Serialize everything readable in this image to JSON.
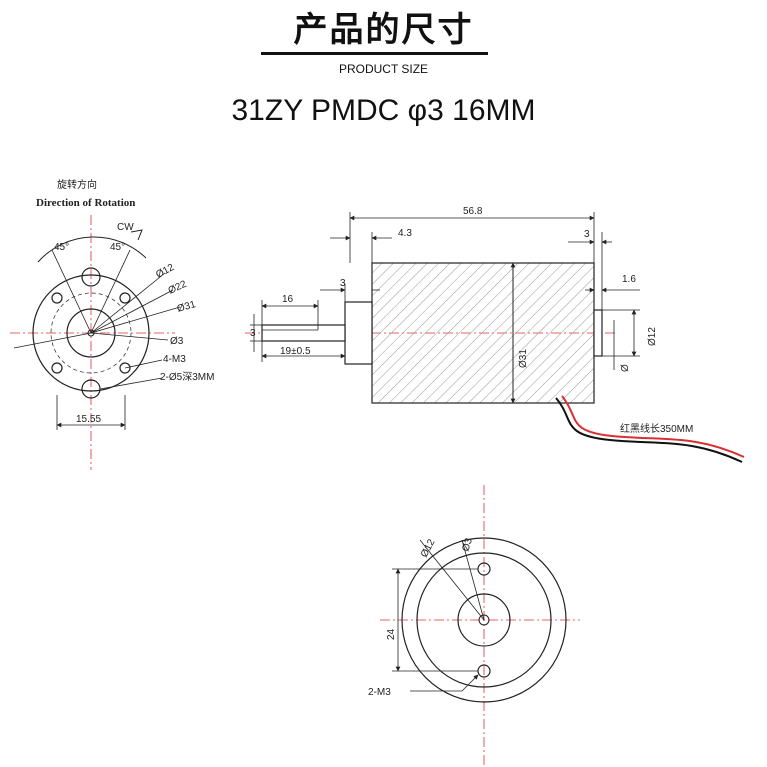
{
  "header": {
    "title_cn": "产品的尺寸",
    "title_en": "PRODUCT SIZE",
    "model": "31ZY PMDC φ3 16MM"
  },
  "front_view": {
    "rotation_cn": "旋转方向",
    "rotation_en": "Direction of Rotation",
    "cw": "CW",
    "angle_left": "45°",
    "angle_right": "45°",
    "d12": "Ø12",
    "d22": "Ø22",
    "d31": "Ø31",
    "d3": "Ø3",
    "holes_m3": "4-M3",
    "holes_5": "2-Ø5深3MM",
    "width_bottom": "15.55"
  },
  "side_view": {
    "total_length": "56.8",
    "dim_4_3": "4.3",
    "dim_3_right": "3",
    "dim_3_left": "3",
    "dim_16": "16",
    "dim_3_shaft": "3",
    "shaft_len": "19±0.5",
    "body_dia": "Ø31",
    "dim_1_6": "1.6",
    "rear_dia": "Ø12",
    "rear_small": "Ø",
    "wire_label": "红黑线长350MM"
  },
  "rear_view": {
    "d12": "Ø12",
    "d3": "Ø3",
    "spacing": "24",
    "holes": "2-M3"
  },
  "colors": {
    "line": "#222222",
    "center_line": "#e0303a",
    "wire_red": "#d83030",
    "wire_black": "#111111",
    "hatch": "#9a9a9a"
  }
}
